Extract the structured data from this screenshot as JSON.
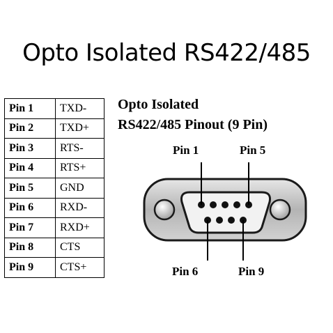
{
  "title": "Opto Isolated RS422/485",
  "pin_table": [
    {
      "pin": "Pin 1",
      "signal": "TXD-"
    },
    {
      "pin": "Pin 2",
      "signal": "TXD+"
    },
    {
      "pin": "Pin 3",
      "signal": "RTS-"
    },
    {
      "pin": "Pin 4",
      "signal": "RTS+"
    },
    {
      "pin": "Pin 5",
      "signal": "GND"
    },
    {
      "pin": "Pin 6",
      "signal": "RXD-"
    },
    {
      "pin": "Pin 7",
      "signal": "RXD+"
    },
    {
      "pin": "Pin 8",
      "signal": "CTS"
    },
    {
      "pin": "Pin 9",
      "signal": "CTS+"
    }
  ],
  "pinout": {
    "title_line1": "Opto Isolated",
    "title_line2": "RS422/485 Pinout (9 Pin)",
    "labels": {
      "pin1": "Pin 1",
      "pin5": "Pin 5",
      "pin6": "Pin 6",
      "pin9": "Pin 9"
    }
  }
}
